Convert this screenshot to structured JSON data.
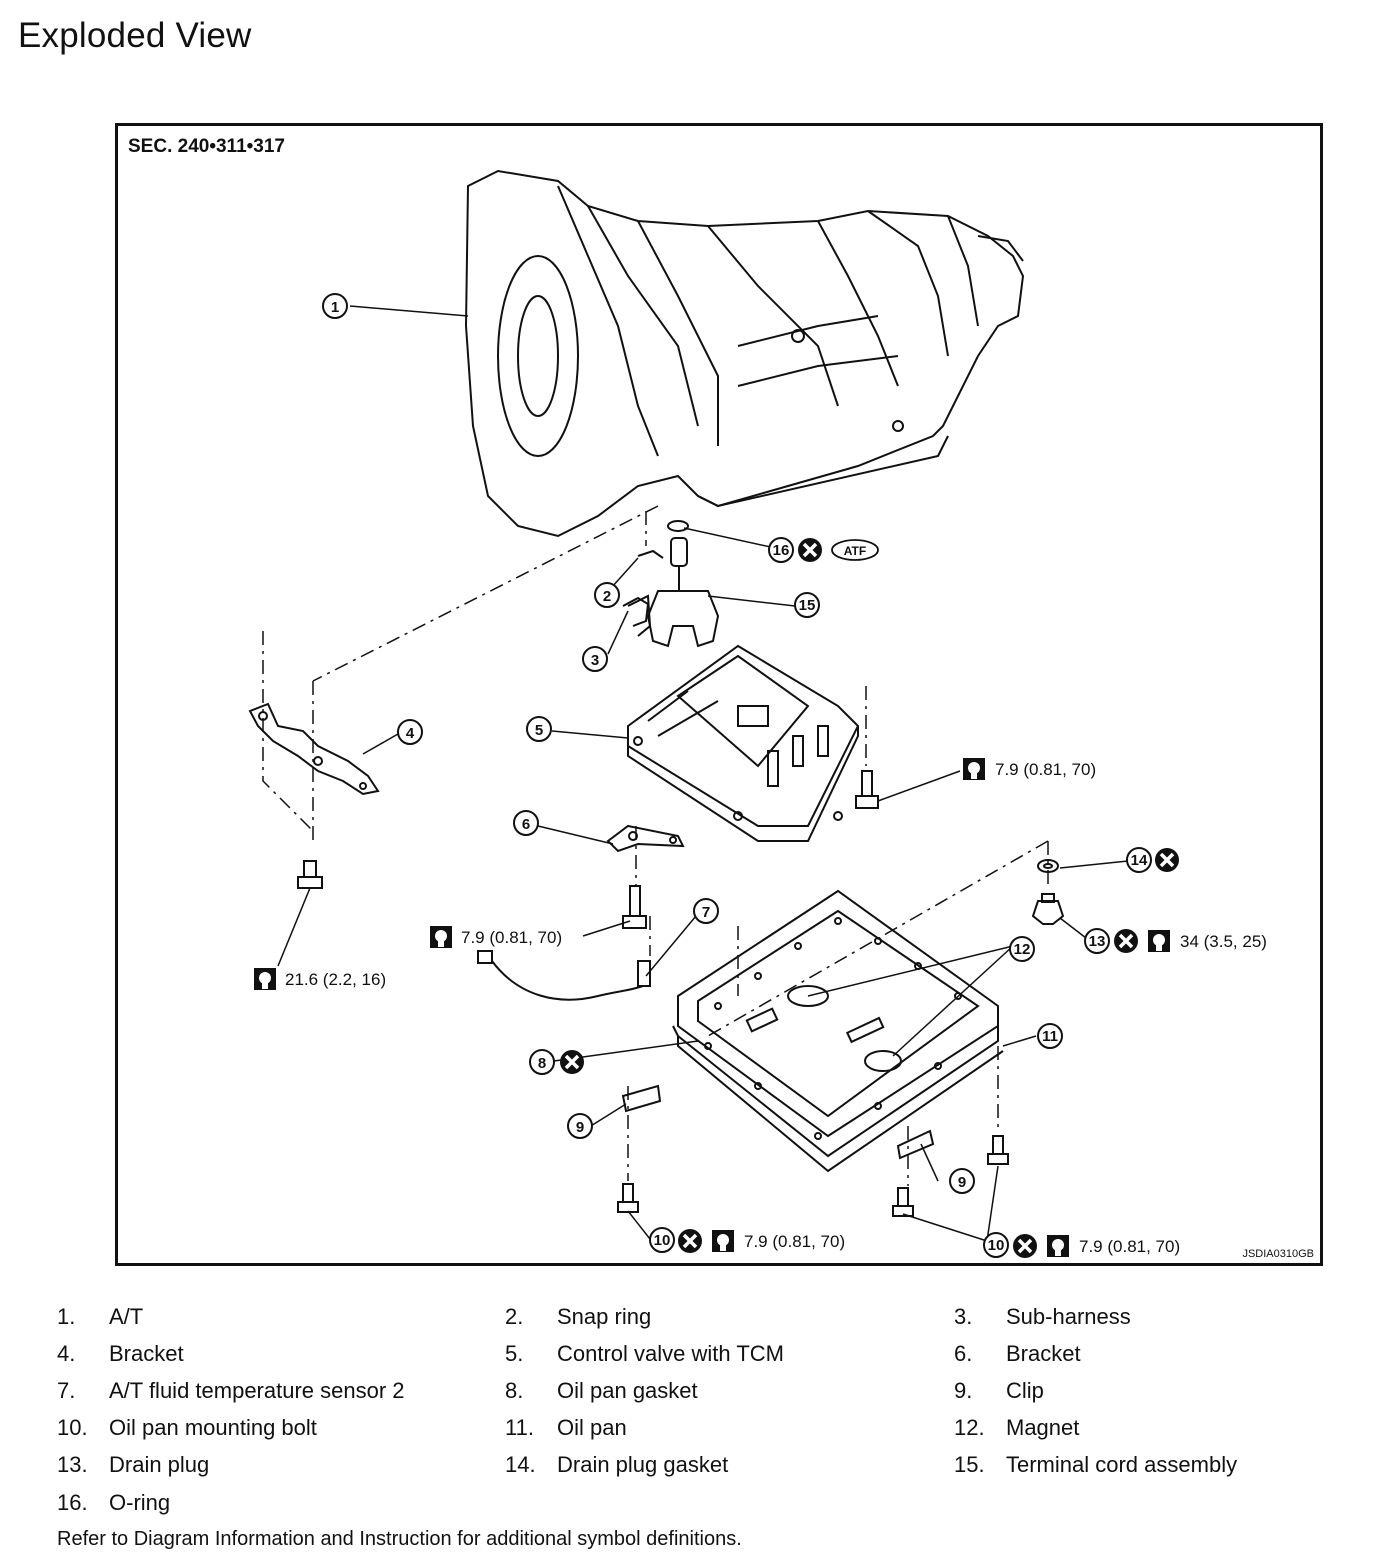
{
  "page_title": "Exploded View",
  "diagram": {
    "section_label": "SEC. 240•311•317",
    "image_code": "JSDIA0310GB",
    "atf_label": "ATF",
    "callouts": [
      "1",
      "2",
      "3",
      "4",
      "5",
      "6",
      "7",
      "8",
      "9",
      "9",
      "10",
      "10",
      "11",
      "12",
      "13",
      "14",
      "15",
      "16"
    ],
    "torque_specs": {
      "bracket_bolt": "21.6 (2.2, 16)",
      "control_valve_bolt": "7.9 (0.81, 70)",
      "sensor_bolt": "7.9 (0.81, 70)",
      "drain_plug": "34 (3.5, 25)",
      "pan_bolt_left": "7.9 (0.81, 70)",
      "pan_bolt_right": "7.9 (0.81, 70)"
    }
  },
  "legend": [
    {
      "num": "1.",
      "text": "A/T"
    },
    {
      "num": "2.",
      "text": "Snap ring"
    },
    {
      "num": "3.",
      "text": "Sub-harness"
    },
    {
      "num": "4.",
      "text": "Bracket"
    },
    {
      "num": "5.",
      "text": "Control valve with TCM"
    },
    {
      "num": "6.",
      "text": "Bracket"
    },
    {
      "num": "7.",
      "text": "A/T fluid temperature sensor 2"
    },
    {
      "num": "8.",
      "text": "Oil pan gasket"
    },
    {
      "num": "9.",
      "text": "Clip"
    },
    {
      "num": "10.",
      "text": "Oil pan mounting bolt"
    },
    {
      "num": "11.",
      "text": "Oil pan"
    },
    {
      "num": "12.",
      "text": "Magnet"
    },
    {
      "num": "13.",
      "text": "Drain plug"
    },
    {
      "num": "14.",
      "text": "Drain plug gasket"
    },
    {
      "num": "15.",
      "text": "Terminal cord assembly"
    },
    {
      "num": "16.",
      "text": "O-ring"
    }
  ],
  "footnote": "Refer to Diagram Information and Instruction for additional symbol definitions."
}
